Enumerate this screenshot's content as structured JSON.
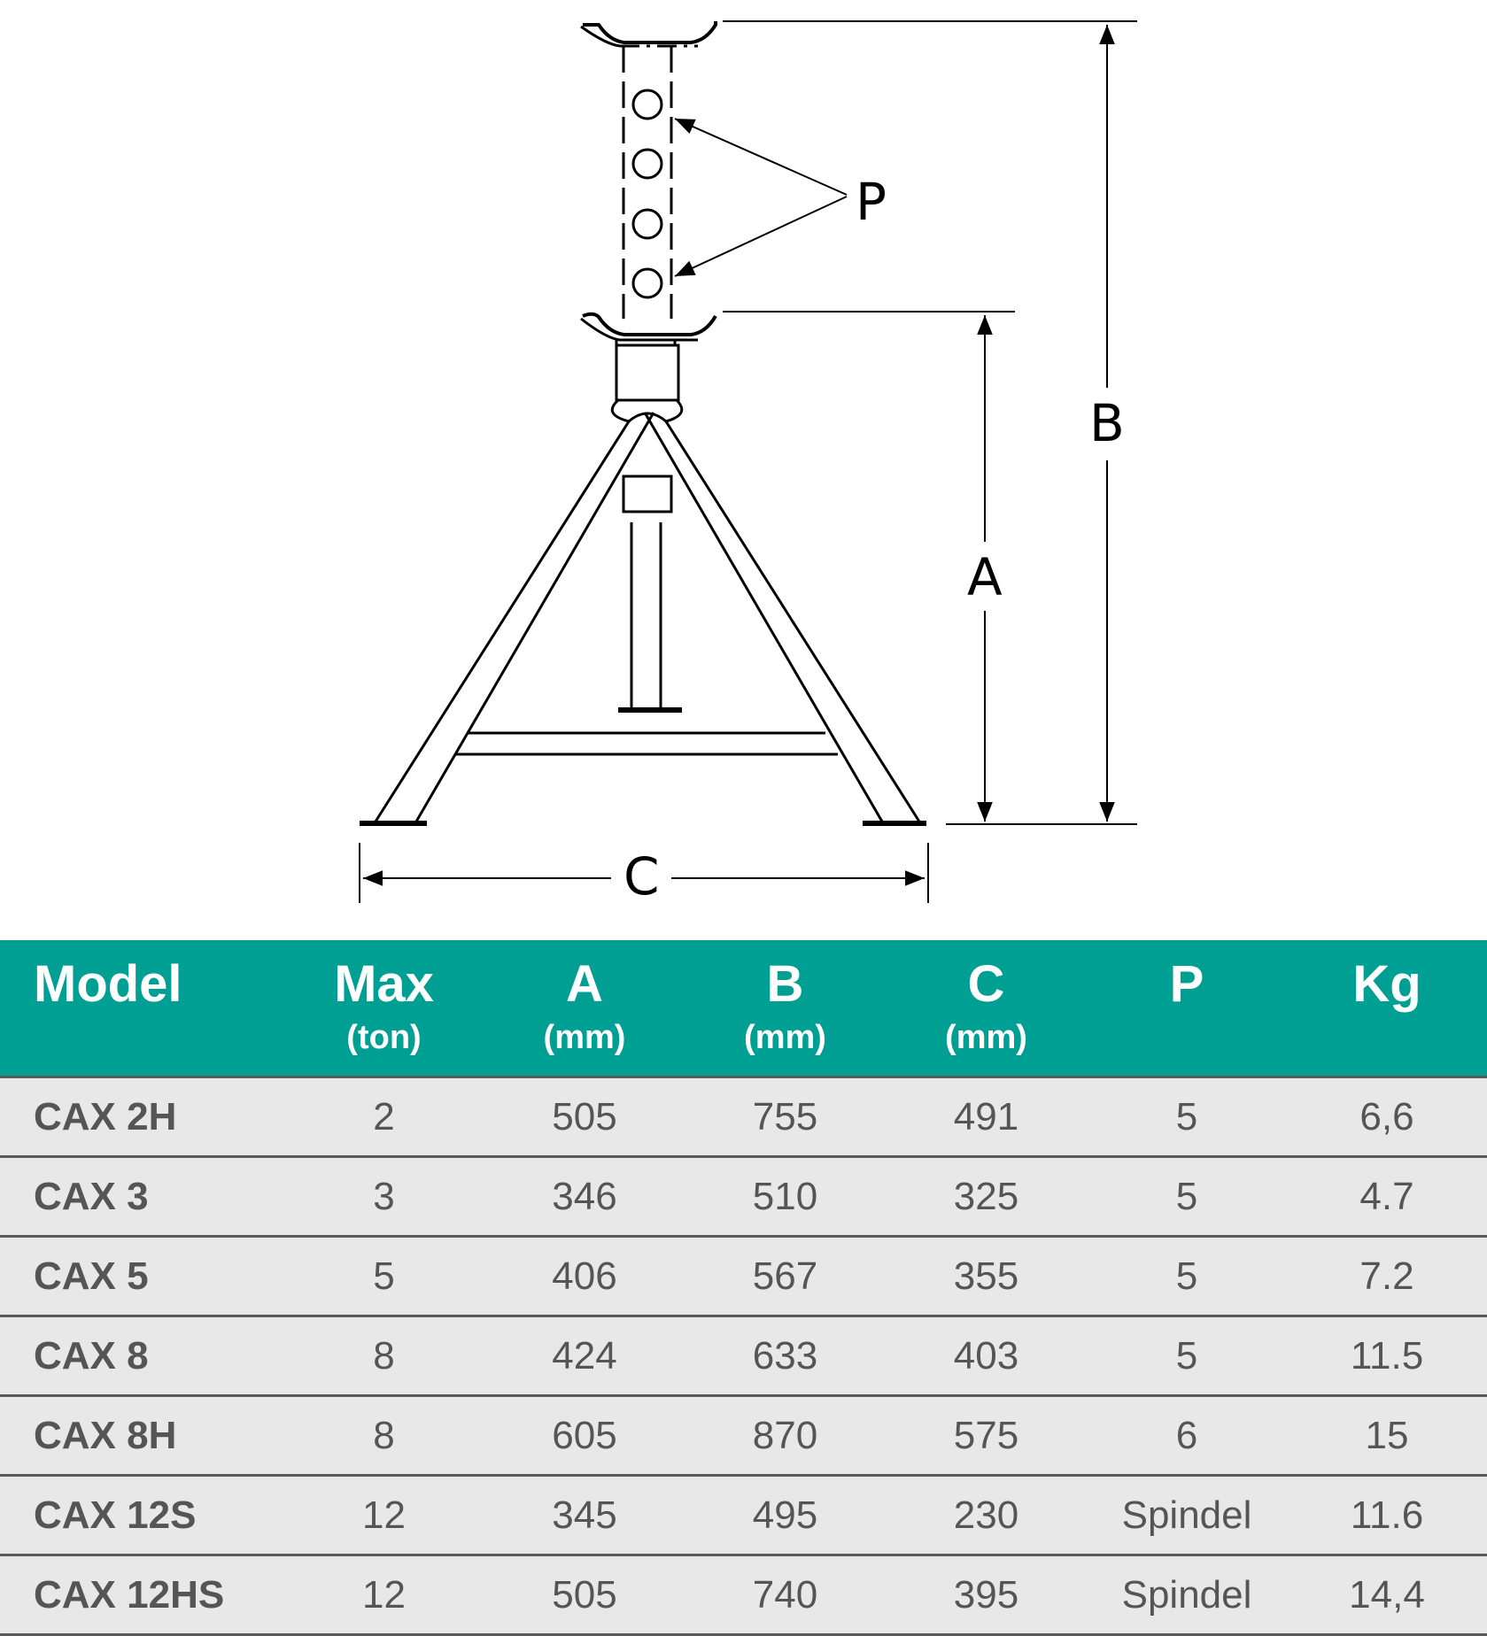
{
  "diagram": {
    "labels": {
      "p": "P",
      "b": "B",
      "a": "A",
      "c": "C"
    }
  },
  "colors": {
    "header": "#009f93",
    "row_bg": "#e8e8e8",
    "rule": "#5a5a5a",
    "text": "#555555"
  },
  "table": {
    "headers": [
      {
        "main": "Model",
        "unit": ""
      },
      {
        "main": "Max",
        "unit": "(ton)"
      },
      {
        "main": "A",
        "unit": "(mm)"
      },
      {
        "main": "B",
        "unit": "(mm)"
      },
      {
        "main": "C",
        "unit": "(mm)"
      },
      {
        "main": "P",
        "unit": ""
      },
      {
        "main": "Kg",
        "unit": ""
      }
    ],
    "rows": [
      [
        "CAX 2H",
        "2",
        "505",
        "755",
        "491",
        "5",
        "6,6"
      ],
      [
        "CAX 3",
        "3",
        "346",
        "510",
        "325",
        "5",
        "4.7"
      ],
      [
        "CAX 5",
        "5",
        "406",
        "567",
        "355",
        "5",
        "7.2"
      ],
      [
        "CAX 8",
        "8",
        "424",
        "633",
        "403",
        "5",
        "11.5"
      ],
      [
        "CAX 8H",
        "8",
        "605",
        "870",
        "575",
        "6",
        "15"
      ],
      [
        "CAX 12S",
        "12",
        "345",
        "495",
        "230",
        "Spindel",
        "11.6"
      ],
      [
        "CAX 12HS",
        "12",
        "505",
        "740",
        "395",
        "Spindel",
        "14,4"
      ]
    ]
  }
}
